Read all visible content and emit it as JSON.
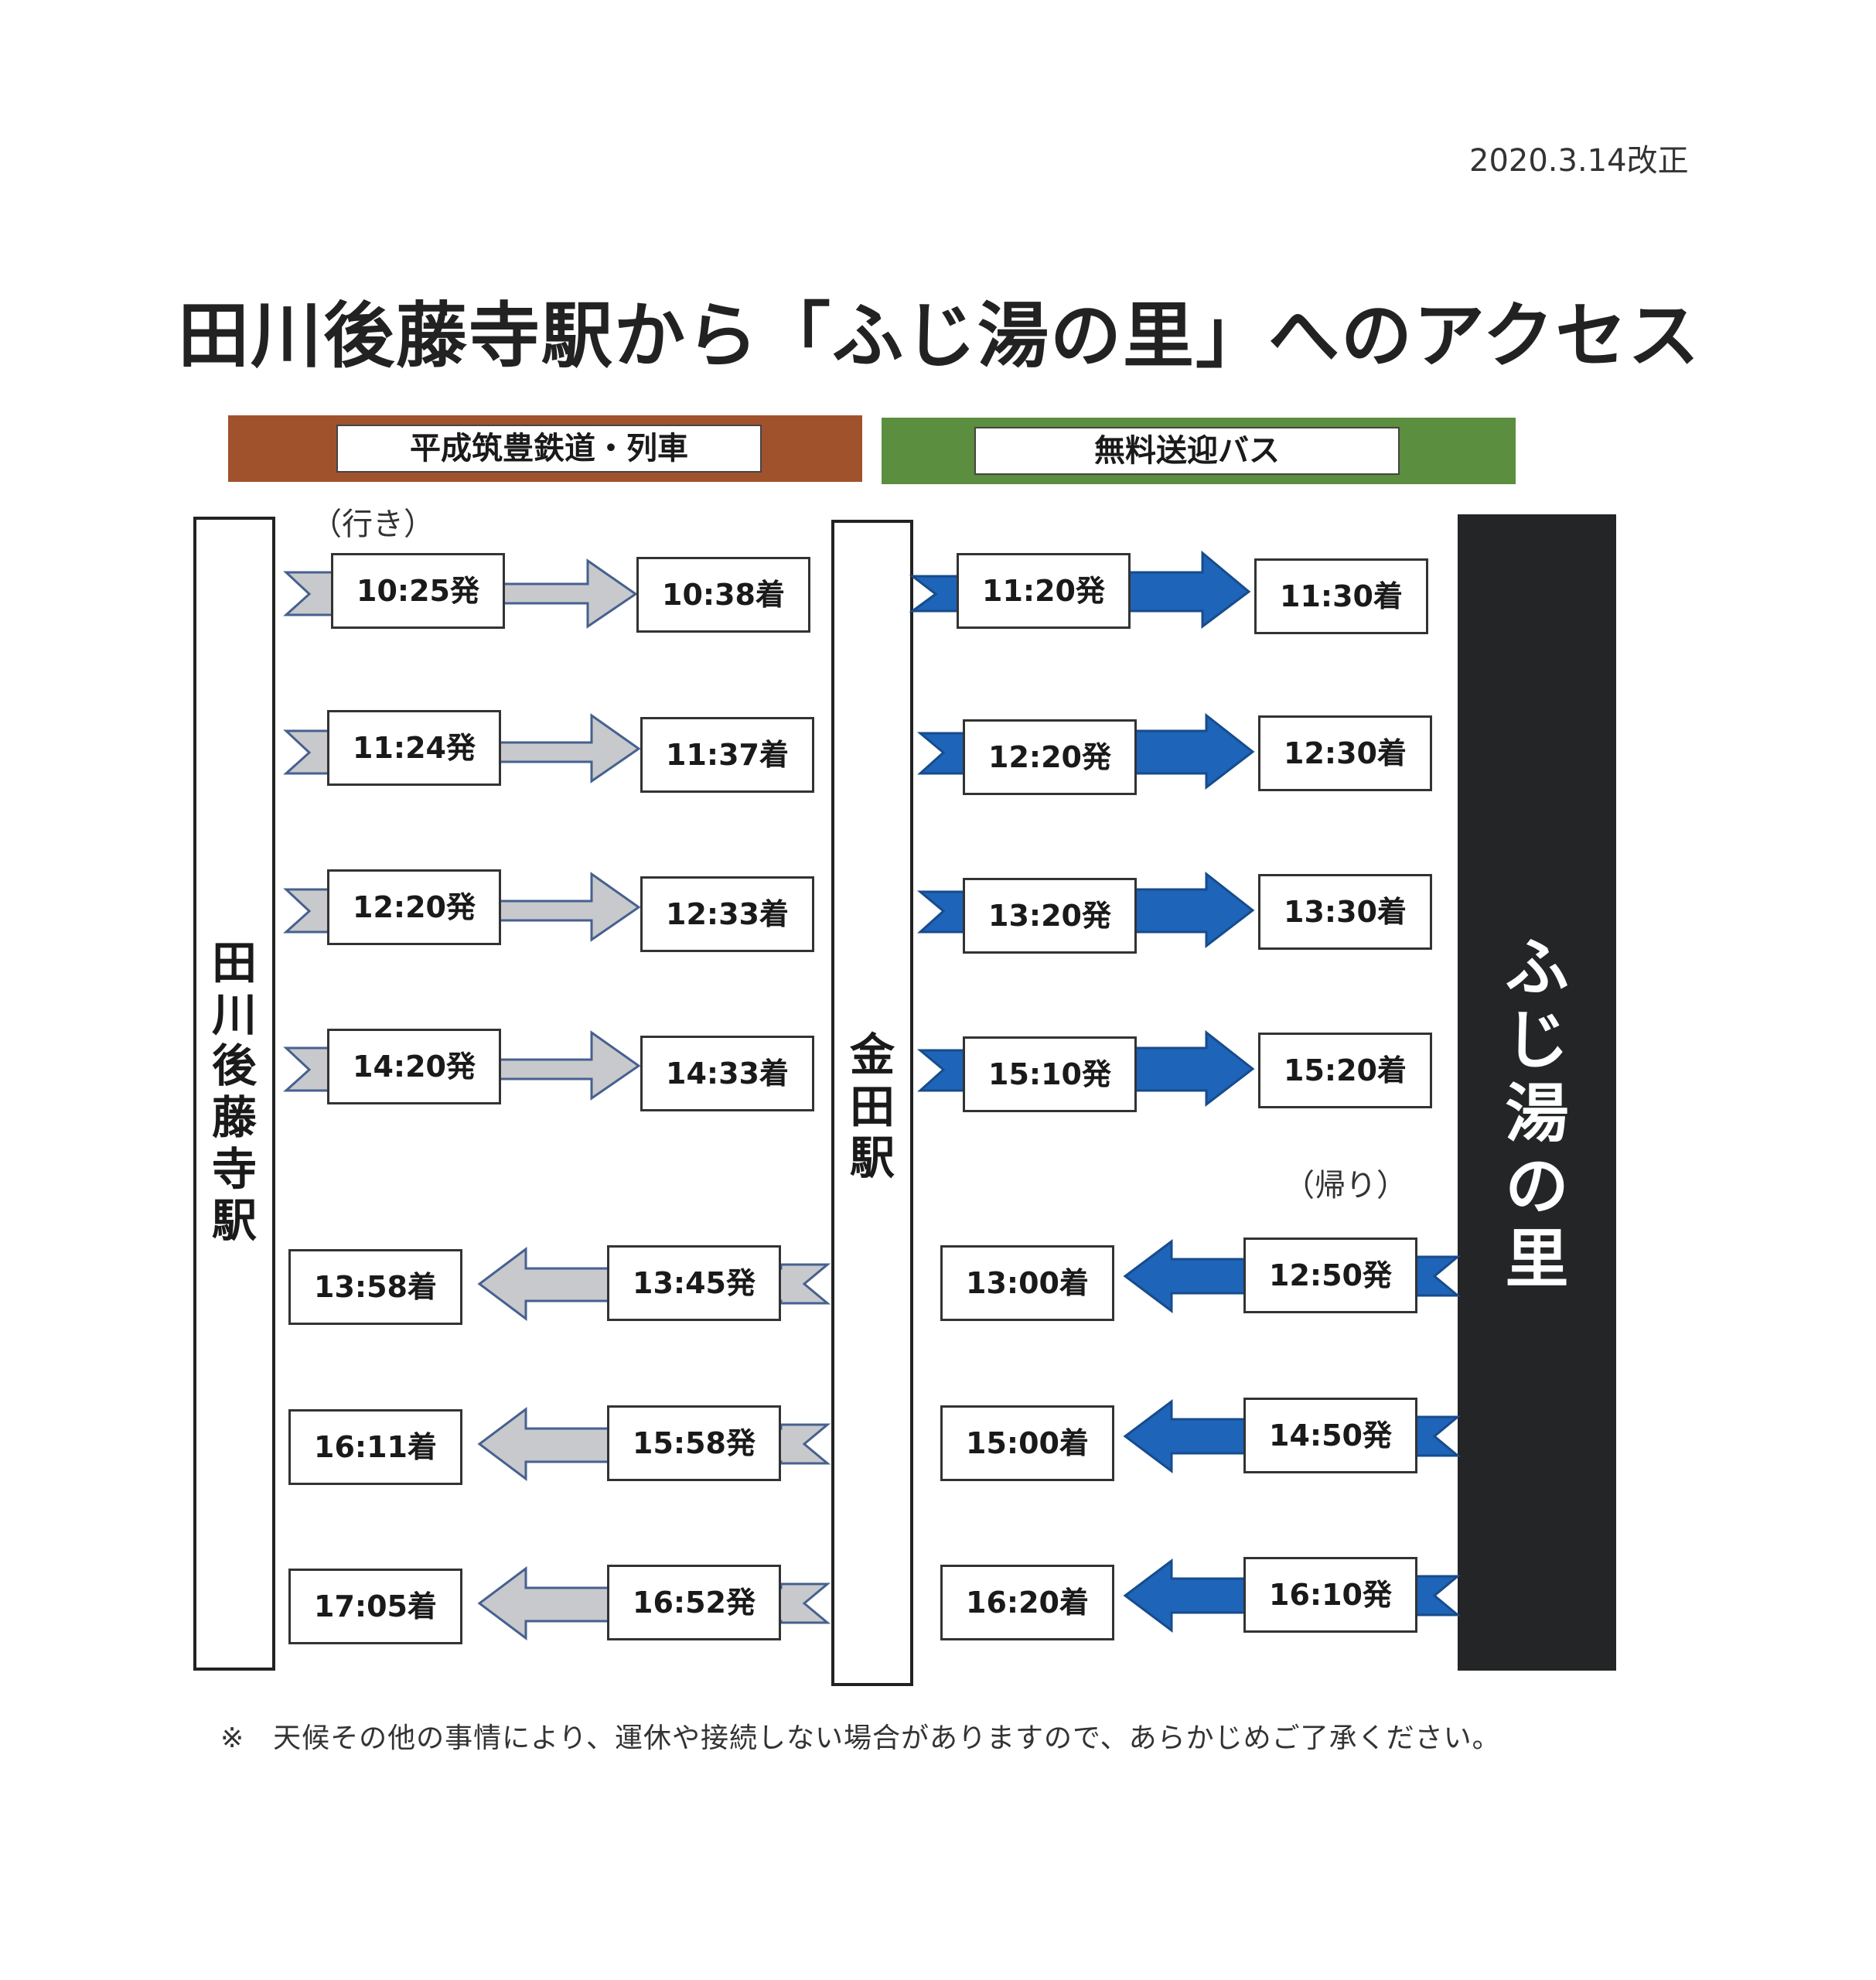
{
  "revision": "2020.3.14改正",
  "title": "田川後藤寺駅から「ふじ湯の里」へのアクセス",
  "bands": {
    "train": "平成筑豊鉄道・列車",
    "bus": "無料送迎バス"
  },
  "colors": {
    "train_band": "#a0522d",
    "bus_band": "#5b8e3e",
    "train_arrow": "#c8c9cc",
    "bus_arrow": "#1e64b8",
    "destination": "#232526"
  },
  "stations": {
    "left": [
      "田",
      "川",
      "後",
      "藤",
      "寺",
      "駅"
    ],
    "mid": [
      "金",
      "田",
      "駅"
    ],
    "right": [
      "ふ",
      "じ",
      "湯",
      "の",
      "里"
    ]
  },
  "labels": {
    "outbound": "（行き）",
    "inbound": "（帰り）"
  },
  "train_outbound": [
    {
      "depart": "10:25発",
      "arrive": "10:38着"
    },
    {
      "depart": "11:24発",
      "arrive": "11:37着"
    },
    {
      "depart": "12:20発",
      "arrive": "12:33着"
    },
    {
      "depart": "14:20発",
      "arrive": "14:33着"
    }
  ],
  "bus_outbound": [
    {
      "depart": "11:20発",
      "arrive": "11:30着"
    },
    {
      "depart": "12:20発",
      "arrive": "12:30着"
    },
    {
      "depart": "13:20発",
      "arrive": "13:30着"
    },
    {
      "depart": "15:10発",
      "arrive": "15:20着"
    }
  ],
  "train_return": [
    {
      "depart": "13:45発",
      "arrive": "13:58着"
    },
    {
      "depart": "15:58発",
      "arrive": "16:11着"
    },
    {
      "depart": "16:52発",
      "arrive": "17:05着"
    }
  ],
  "bus_return": [
    {
      "depart": "12:50発",
      "arrive": "13:00着"
    },
    {
      "depart": "14:50発",
      "arrive": "15:00着"
    },
    {
      "depart": "16:10発",
      "arrive": "16:20着"
    }
  ],
  "footnote": "※　天候その他の事情により、運休や接続しない場合がありますので、あらかじめご了承ください。"
}
